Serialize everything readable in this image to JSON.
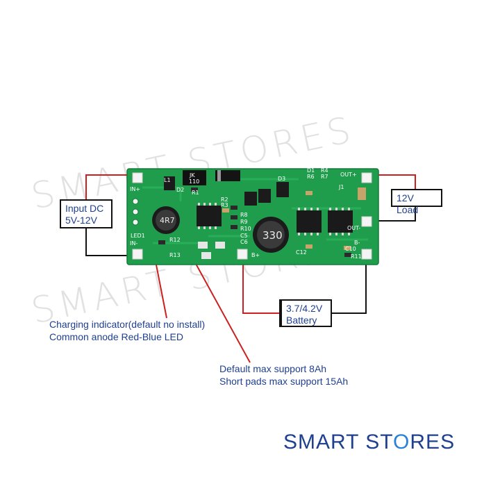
{
  "watermarks": [
    "SMART STORES",
    "SMART STORES"
  ],
  "board": {
    "pads": {
      "in_plus": "IN+",
      "in_minus": "IN-",
      "led": "LED1",
      "b_plus": "B+",
      "b_minus": "B-",
      "out_plus": "OUT+",
      "out_minus": "OUT-"
    },
    "components": {
      "jk": "JK",
      "jk_code": "110",
      "inductor1": "4R7",
      "inductor2": "330"
    },
    "refs": [
      "D1",
      "R4",
      "R6",
      "R7",
      "D3",
      "R1",
      "R2",
      "R3",
      "R8",
      "R9",
      "R10",
      "R12",
      "R13",
      "C5",
      "C6",
      "C10",
      "C12",
      "R11",
      "L1",
      "D2",
      "J1"
    ]
  },
  "labels": {
    "input": [
      "Input DC",
      "5V-12V"
    ],
    "load": "12V Load",
    "battery": [
      "3.7/4.2V",
      "Battery"
    ],
    "charging": [
      "Charging indicator(default no install)",
      "Common anode Red-Blue LED"
    ],
    "capacity": [
      "Default max support 8Ah",
      "Short pads max support 15Ah"
    ]
  },
  "logo": {
    "part1": "SMART ST",
    "part2": "O",
    "part3": "RES"
  },
  "colors": {
    "board": "#1f9c4c",
    "wire_red": "#cc1f1f",
    "wire_black": "#111111",
    "text_blue": "#1f3f8f"
  }
}
